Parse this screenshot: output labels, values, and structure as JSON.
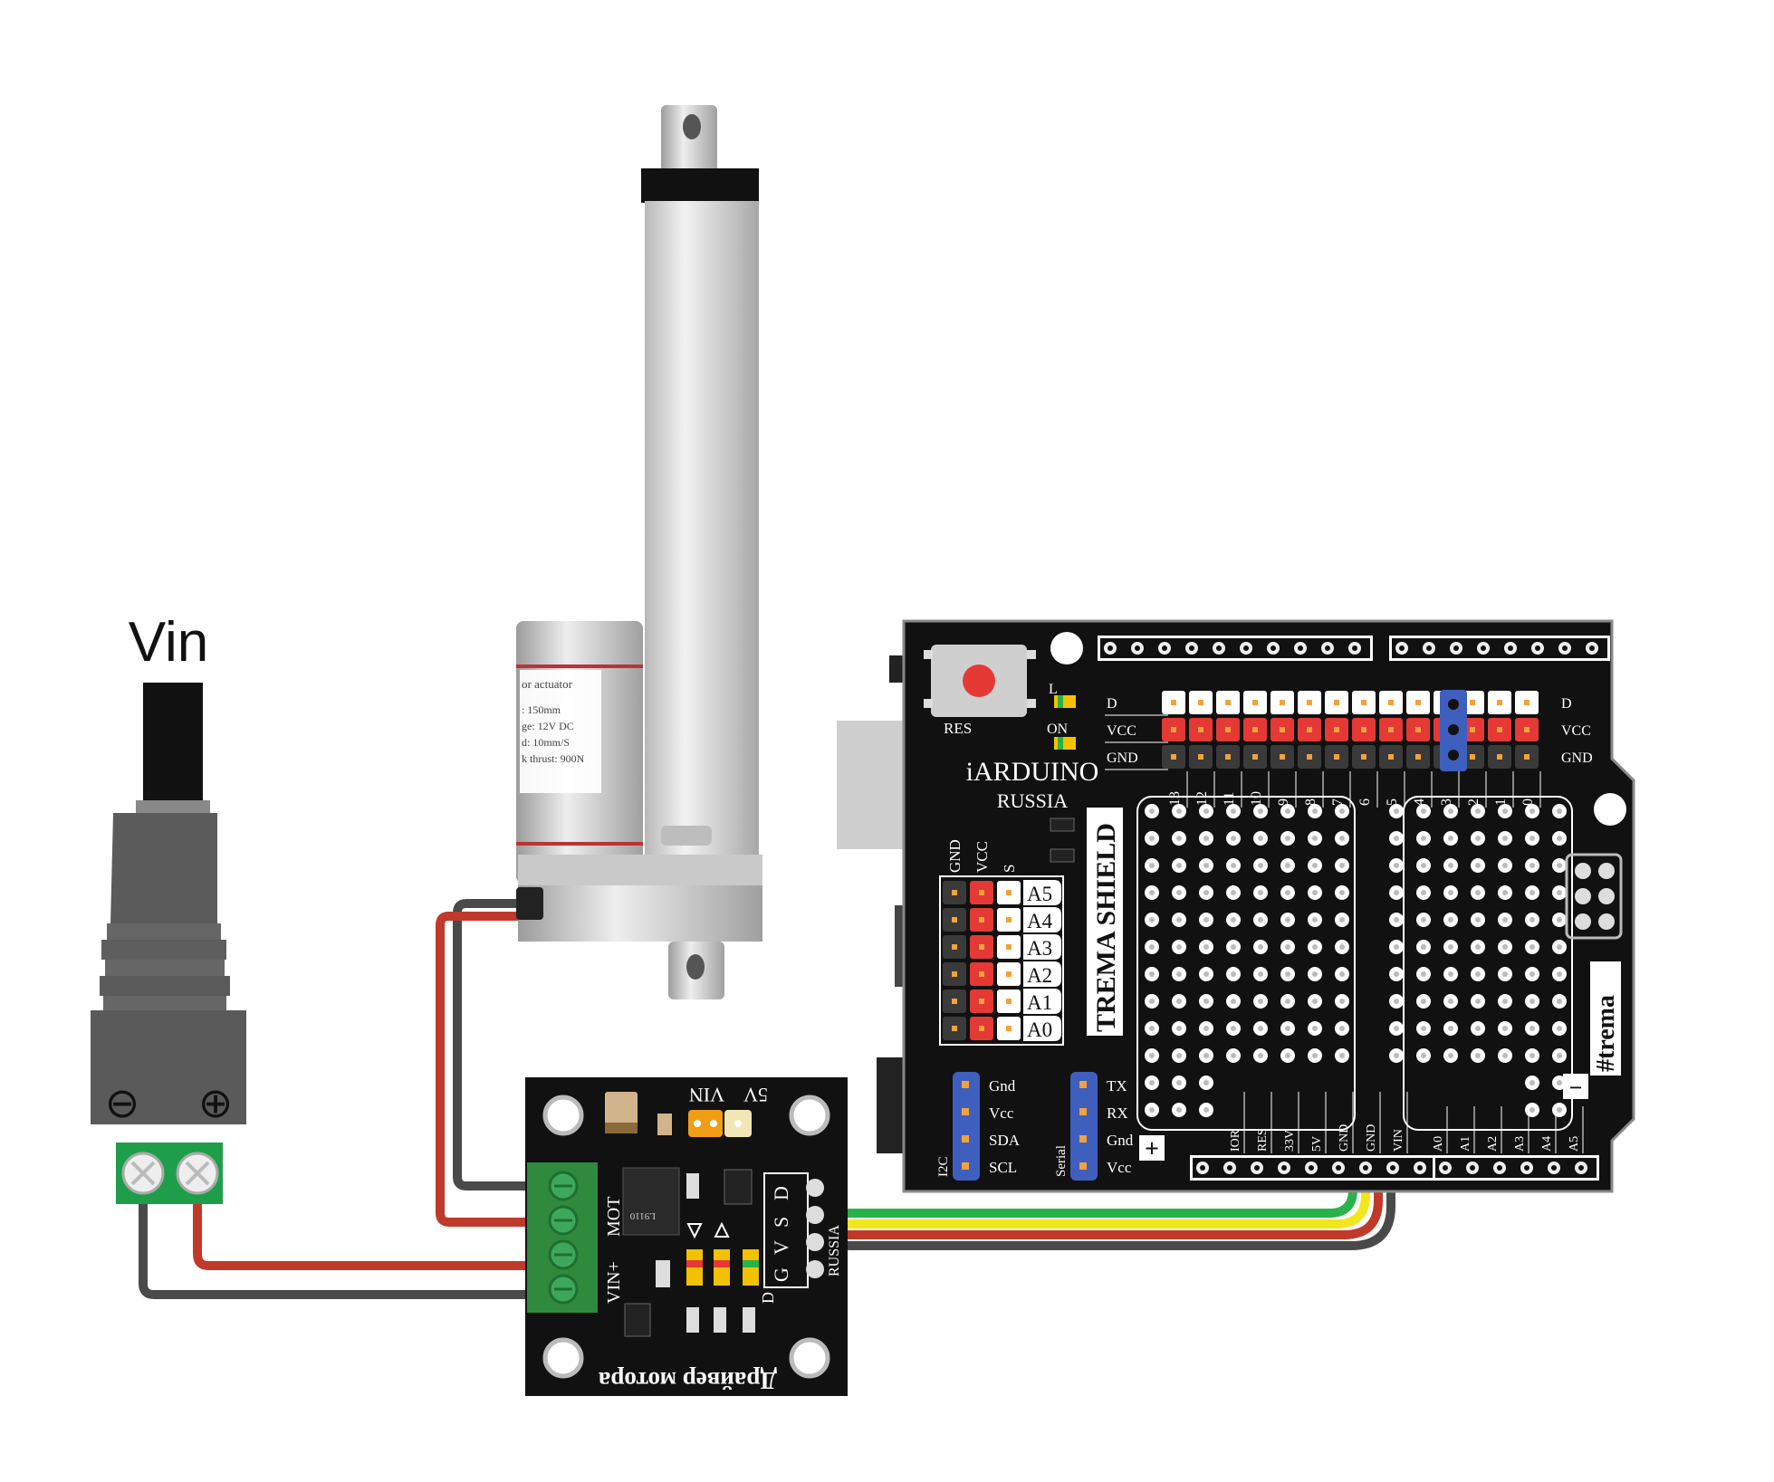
{
  "power": {
    "title": "Vin",
    "minus_symbol": "⊖",
    "plus_symbol": "⊕"
  },
  "actuator": {
    "label_lines": [
      "or actuator",
      ":   150mm",
      "ge:  12V DC",
      "d:   10mm/S",
      "k thrust: 900N"
    ]
  },
  "driver": {
    "title": "Драйвер мотора",
    "vin": "VIN",
    "five_v": "5V",
    "mot": "MOT",
    "vin_plus": "VIN+",
    "pins": [
      "D",
      "S",
      "V",
      "G"
    ],
    "d_bottom": "D",
    "russia": "RUSSIA",
    "chip": "L9110"
  },
  "shield": {
    "brand": "iARDUINO",
    "brand_sub": "RUSSIA",
    "res_label": "RES",
    "led_l": "L",
    "led_on": "ON",
    "row_labels": [
      "D",
      "VCC",
      "GND"
    ],
    "digital_pins": [
      "13",
      "12",
      "11",
      "10",
      "9",
      "8",
      "7",
      "6",
      "5",
      "4",
      "3",
      "2",
      "1",
      "0"
    ],
    "analog_header": [
      "GND",
      "VCC",
      "S"
    ],
    "analog_pins": [
      "A5",
      "A4",
      "A3",
      "A2",
      "A1",
      "A0"
    ],
    "trema_shield": "TREMA SHIELD",
    "trema_tag": "#trema",
    "i2c_label": "I2C",
    "i2c_pins": [
      "Gnd",
      "Vcc",
      "SDA",
      "SCL"
    ],
    "serial_label": "Serial",
    "serial_pins": [
      "TX",
      "RX",
      "Gnd",
      "Vcc"
    ],
    "power_pins": [
      "IOR",
      "RES",
      "33V",
      "5V",
      "GND",
      "GND",
      "VIN"
    ],
    "bottom_analog": [
      "A0",
      "A1",
      "A2",
      "A3",
      "A4",
      "A5"
    ],
    "plus": "+",
    "minus": "−"
  },
  "colors": {
    "board": "#111111",
    "wire_red": "#c0392b",
    "wire_dark": "#4a4a4a",
    "wire_green": "#2ab24a",
    "wire_yellow": "#f2e61c",
    "terminal_green": "#1e9e4a",
    "pin_red": "#e53935",
    "pin_white": "#ffffff",
    "pin_dark": "#3a3a3a",
    "pin_blue": "#3f5fbf"
  }
}
